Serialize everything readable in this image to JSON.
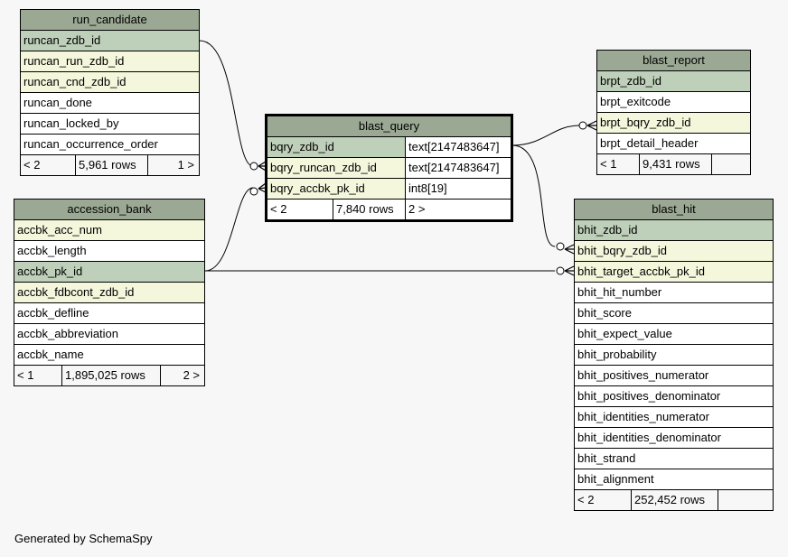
{
  "tables": {
    "run_candidate": {
      "name": "run_candidate",
      "columns": [
        "runcan_zdb_id",
        "runcan_run_zdb_id",
        "runcan_cnd_zdb_id",
        "runcan_done",
        "runcan_locked_by",
        "runcan_occurrence_order"
      ],
      "kinds": [
        "pk",
        "fk",
        "fk",
        "plain",
        "plain",
        "plain"
      ],
      "footer": {
        "parents": "< 2",
        "rows": "5,961 rows",
        "children": "1 >"
      }
    },
    "accession_bank": {
      "name": "accession_bank",
      "columns": [
        "accbk_acc_num",
        "accbk_length",
        "accbk_pk_id",
        "accbk_fdbcont_zdb_id",
        "accbk_defline",
        "accbk_abbreviation",
        "accbk_name"
      ],
      "kinds": [
        "fk",
        "plain",
        "pk",
        "fk",
        "plain",
        "plain",
        "plain"
      ],
      "footer": {
        "parents": "< 1",
        "rows": "1,895,025 rows",
        "children": "2 >"
      }
    },
    "blast_query": {
      "name": "blast_query",
      "columns": [
        "bqry_zdb_id",
        "bqry_runcan_zdb_id",
        "bqry_accbk_pk_id"
      ],
      "types": [
        "text[2147483647]",
        "text[2147483647]",
        "int8[19]"
      ],
      "kinds": [
        "pk",
        "fk",
        "fk"
      ],
      "footer": {
        "parents": "< 2",
        "rows": "7,840 rows",
        "children": "2 >"
      }
    },
    "blast_report": {
      "name": "blast_report",
      "columns": [
        "brpt_zdb_id",
        "brpt_exitcode",
        "brpt_bqry_zdb_id",
        "brpt_detail_header"
      ],
      "kinds": [
        "pk",
        "plain",
        "fk",
        "plain"
      ],
      "footer": {
        "parents": "< 1",
        "rows": "9,431 rows",
        "children": ""
      }
    },
    "blast_hit": {
      "name": "blast_hit",
      "columns": [
        "bhit_zdb_id",
        "bhit_bqry_zdb_id",
        "bhit_target_accbk_pk_id",
        "bhit_hit_number",
        "bhit_score",
        "bhit_expect_value",
        "bhit_probability",
        "bhit_positives_numerator",
        "bhit_positives_denominator",
        "bhit_identities_numerator",
        "bhit_identities_denominator",
        "bhit_strand",
        "bhit_alignment"
      ],
      "kinds": [
        "pk",
        "fk",
        "fk",
        "plain",
        "plain",
        "plain",
        "plain",
        "plain",
        "plain",
        "plain",
        "plain",
        "plain",
        "plain"
      ],
      "footer": {
        "parents": "< 2",
        "rows": "252,452 rows",
        "children": ""
      }
    }
  },
  "relationships": [
    {
      "from": "run_candidate.runcan_zdb_id",
      "to": "blast_query.bqry_runcan_zdb_id"
    },
    {
      "from": "accession_bank.accbk_pk_id",
      "to": "blast_query.bqry_accbk_pk_id"
    },
    {
      "from": "accession_bank.accbk_pk_id",
      "to": "blast_hit.bhit_target_accbk_pk_id"
    },
    {
      "from": "blast_query.bqry_zdb_id",
      "to": "blast_report.brpt_bqry_zdb_id"
    },
    {
      "from": "blast_query.bqry_zdb_id",
      "to": "blast_hit.bhit_bqry_zdb_id"
    }
  ],
  "colors": {
    "header": "#9ba994",
    "primary_key": "#bfd0ba",
    "foreign_key": "#f4f7dc",
    "background": "#f7f7f7"
  },
  "credit": "Generated by SchemaSpy"
}
